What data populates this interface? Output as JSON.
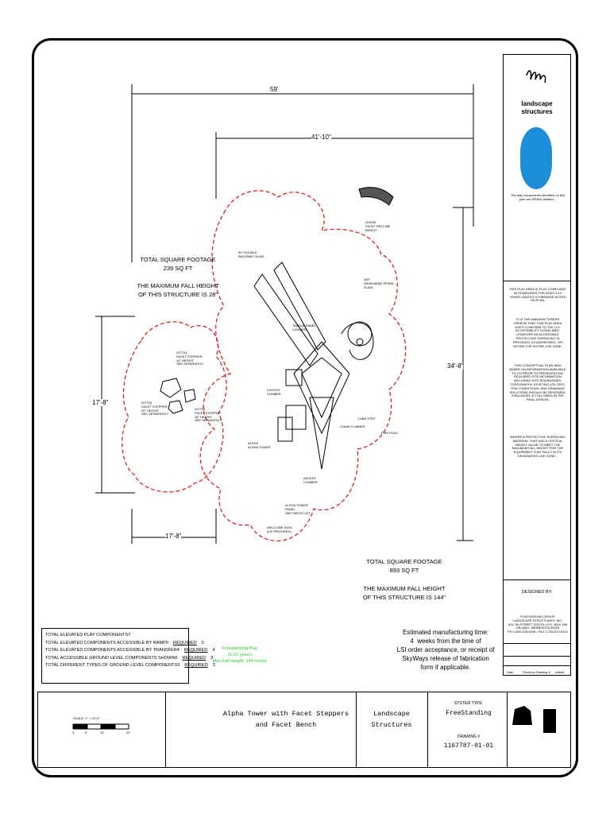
{
  "dims": {
    "overall_width": "59'",
    "inner_width": "41'-10\"",
    "right_height": "34'-8\"",
    "left_height": "17'-8\"",
    "left_width": "17'-8\""
  },
  "left_area": {
    "footage_label": "TOTAL SQUARE FOOTAGE",
    "footage_value": "239 SQ FT",
    "fall_text_1": "THE MAXIMUM FALL HEIGHT",
    "fall_text_2": "OF THIS STRUCTURE IS 28\""
  },
  "right_area": {
    "footage_label": "TOTAL SQUARE FOOTAGE",
    "footage_value": "893 SQ FT",
    "fall_text_1": "THE MAXIMUM FALL HEIGHT",
    "fall_text_2": "OF THIS STRUCTURE IS 144\""
  },
  "component_labels": {
    "stepper_a": "207703\nFACET STEPPER\n14\" HEIGHT\nSEE SEPARATELY",
    "stepper_b": "207704\nFACET STEPPER\n20\" HEIGHT\nSEE SEPARATELY",
    "stepper_c": "207705\nFACET STEPPER\n28\" HEIGHT\nSEE SEPARATELY",
    "slide": "90° DOUBLE\nRACEWAY SLIDE",
    "bench": "209039\nFACET RECLINE\nBENCH",
    "spiral_slide": "360°\nWHIRLWIND SPIRAL\nSLIDE",
    "panel_climber": "TANGLE PANEL\nCLIMBER",
    "climber_1": "LOGOOT\nCLIMBER",
    "tower": "ALPHA\nALPHA TOWER",
    "chain_climber": "CHAIN CLIMBER",
    "step": "CUBE STEP",
    "pole": "FIRE POLE",
    "climber_2": "ASCENT\nCLIMBER",
    "roof": "ALPHA TOWER\nPANEL\nSEE PARTS LIST",
    "welcome_sign": "WELCOME SIGN\n(LSI PROVIDED)"
  },
  "manufacturing_note": "Estimated manufacturing time:\n4  weeks from the time of\nLSI order acceptance, or receipt of\nSkyWays release of fabrication\nform if applicable.",
  "green_note": "Freestanding Play\n(5-12 years)\nMax Fall Height: 144 inches",
  "components_table": [
    {
      "label": "TOTAL ELEVATED PLAY COMPONENTS",
      "req": "",
      "value": "7"
    },
    {
      "label": "TOTAL ELEVATED COMPONENTS ACCESSIBLE BY RAMP",
      "req": "REQUIRED",
      "value": "0",
      "count": "0"
    },
    {
      "label": "TOTAL ELEVATED COMPONENTS ACCESSIBLE BY TRANSFER",
      "req": "REQUIRED",
      "value": "4",
      "count": "4"
    },
    {
      "label": "TOTAL ACCESSIBLE GROUND LEVEL COMPONENTS SHOWN",
      "req": "REQUIRED",
      "value": "3",
      "count": "6"
    },
    {
      "label": "TOTAL DIFFERENT TYPES OF GROUND LEVEL COMPONENTS",
      "req": "REQUIRED",
      "value": "3",
      "count": "3"
    }
  ],
  "title_block": {
    "brand_line1": "landscape",
    "brand_line2": "structures",
    "notes": [
      "THIS PLAY AREA IS PLAY COMPLIANT IN STANDARDS FOR AGES 5-12 YEARS UNLESS OTHERWISE NOTED ON PLAN.",
      "IT IS THE MANUFACTURERS OPINION THAT THIS PLAY AREA DOES CONFORM TO THE U.S. ACCESSIBILITY GUIDELINES. HOWEVER AN ACCESSIBLE PROTECTIVE SURFACING IS PROVIDED, AS ADDRESSED, OR WITHIN THE ENTIRE USE ZONE.",
      "THIS CONCEPTUAL PLAN WAS BASED ON INFORMATION AVAILABLE TO LSI PRIOR TO PRESENTATION. REQUIRED SITE INFORMATION INCLUDING SITE BOUNDARIES, TOPOGRAPHY, EXISTING UTILITIES, SOIL CONDITIONS, AND DRAINAGE SOLUTIONS SHOULD BE REVIEWED, EVALUATED, & FOLLOWED IN THE FINAL DESIGN.",
      "WHERE A PROTECTIVE SURFACING MATERIAL THAT HAS A CRITICAL HEIGHT VALUE TO MEET THE MAXIMUM FALL HEIGHT FOR THE EQUIPMENT THAT FALLS IN ITS DESIGNATED USE ZONE..."
    ],
    "designed_by": "DESIGNED BY:",
    "designer_block": "PLAYGROUND GROUP\nLANDSCAPE STRUCTURES, INC.\n601 7th STREET SOUTH • P.O. BOX 198\nDELANO, MINNESOTA 55328\nPH 1-800-328-0035 • FAX 1-763-972-6101",
    "rev_headers": [
      "Date",
      "Previous Drawing #",
      "Initials"
    ],
    "seal_caption": "The play components identified on this plan are IPEMA certified..."
  },
  "bottom_bar": {
    "scale": "SCALE: 1\" = 10'-0\"",
    "scale_ticks": [
      "0'",
      "5'",
      "10'",
      "20'"
    ],
    "title_1": "Alpha Tower with Facet Steppers",
    "title_2": "and Facet Bench",
    "company_1": "Landscape",
    "company_2": "Structures",
    "system_label": "SYSTEM TYPE:",
    "system_value": "FreeStanding",
    "drawing_label": "DRAWING #",
    "drawing_value": "1167787-01-01"
  }
}
